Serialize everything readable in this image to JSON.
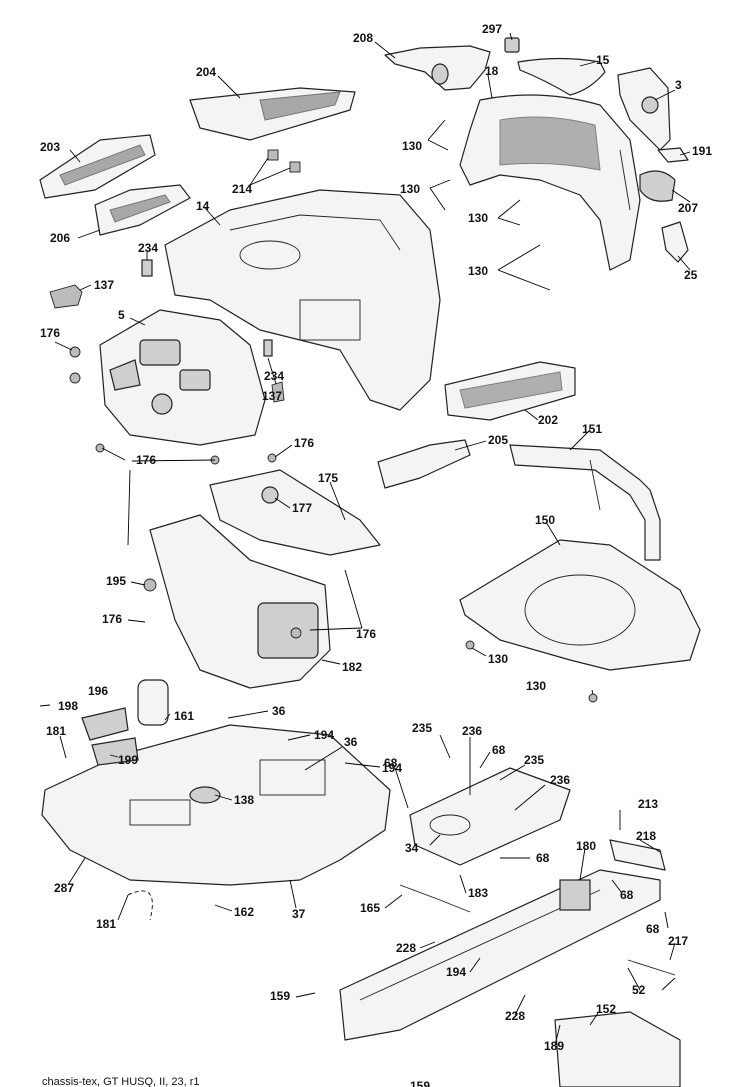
{
  "labels": {
    "l3": "3",
    "l5": "5",
    "l14": "14",
    "l15": "15",
    "l18": "18",
    "l25": "25",
    "l34": "34",
    "l36a": "36",
    "l36b": "36",
    "l37": "37",
    "l52": "52",
    "l68a": "68",
    "l68b": "68",
    "l68c": "68",
    "l68d": "68",
    "l68e": "68",
    "l130a": "130",
    "l130b": "130",
    "l130c": "130",
    "l130d": "130",
    "l130e": "130",
    "l130f": "130",
    "l137a": "137",
    "l137b": "137",
    "l138": "138",
    "l150": "150",
    "l151": "151",
    "l152": "152",
    "l159a": "159",
    "l159b": "159",
    "l161": "161",
    "l162": "162",
    "l165": "165",
    "l175": "175",
    "l176a": "176",
    "l176b": "176",
    "l176c": "176",
    "l176d": "176",
    "l176e": "176",
    "l177": "177",
    "l180": "180",
    "l181a": "181",
    "l181b": "181",
    "l182": "182",
    "l183": "183",
    "l189": "189",
    "l191": "191",
    "l194a": "194",
    "l194b": "194",
    "l194c": "194",
    "l195": "195",
    "l196": "196",
    "l198": "198",
    "l199": "199",
    "l202": "202",
    "l203": "203",
    "l204": "204",
    "l205": "205",
    "l206": "206",
    "l207": "207",
    "l208": "208",
    "l213": "213",
    "l214": "214",
    "l217": "217",
    "l218": "218",
    "l228a": "228",
    "l228b": "228",
    "l234a": "234",
    "l234b": "234",
    "l235a": "235",
    "l235b": "235",
    "l236a": "236",
    "l236b": "236",
    "l287": "287",
    "l297": "297"
  },
  "footer_text": "chassis-tex, GT HUSQ, II, 23, r1"
}
